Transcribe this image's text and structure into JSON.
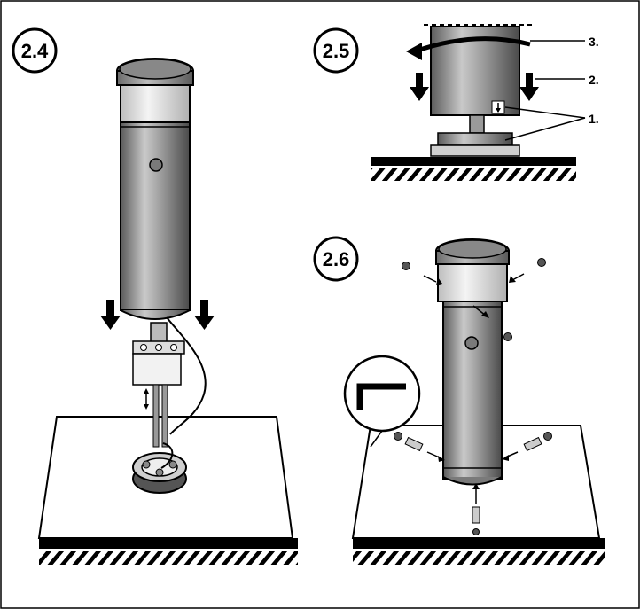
{
  "steps": [
    {
      "id": "2.4",
      "label": "2.4"
    },
    {
      "id": "2.5",
      "label": "2.5"
    },
    {
      "id": "2.6",
      "label": "2.6"
    }
  ],
  "callouts": {
    "c1": "1.",
    "c2": "2.",
    "c3": "3."
  },
  "colors": {
    "ink": "#000000",
    "metal_dark": "#6d6d6d",
    "metal_mid": "#a9a9a9",
    "metal_light": "#dcdcdc",
    "cap_band": "#e9e9e9",
    "paper": "#ffffff"
  },
  "icons": [
    "down-arrow-icon",
    "rotate-arrow-icon",
    "hex-key-icon",
    "screw-icon",
    "plug-connector-icon"
  ]
}
